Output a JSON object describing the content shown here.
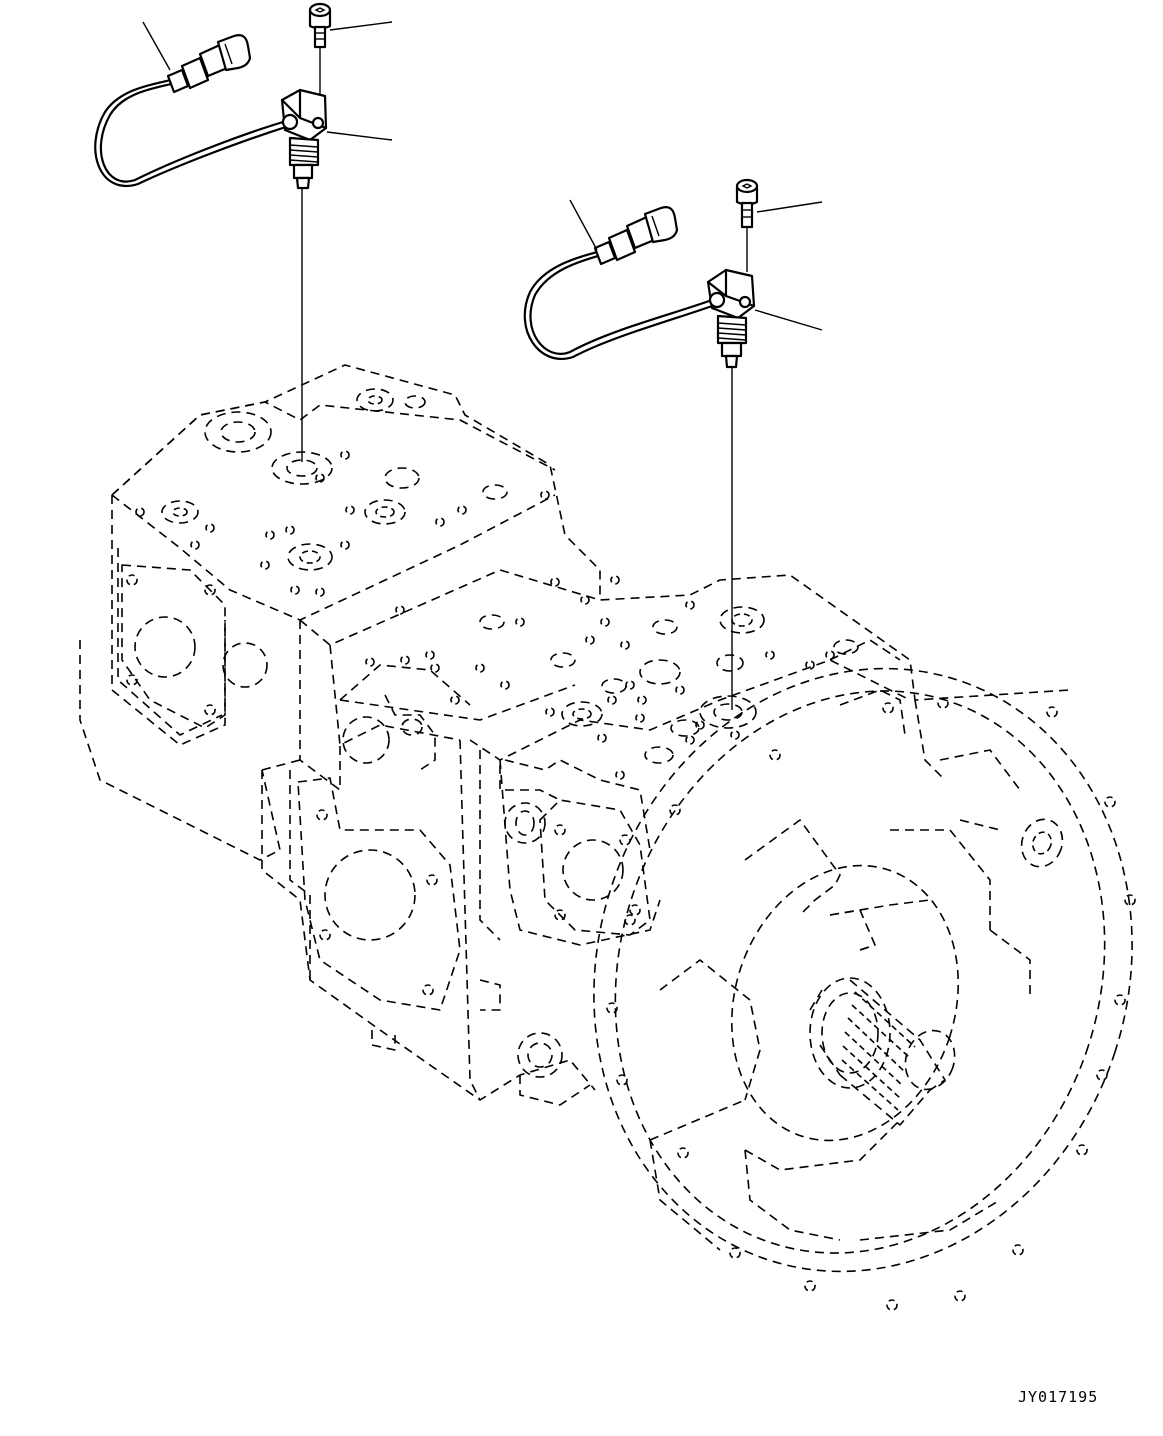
{
  "drawing_id": "JY017195",
  "components": {
    "pump": "hydraulic-pump",
    "sensors": [
      "pressure-sensor",
      "pressure-sensor"
    ],
    "bolts": [
      "mounting-bolt",
      "mounting-bolt"
    ],
    "harnesses": [
      "wire-harness",
      "wire-harness"
    ]
  }
}
